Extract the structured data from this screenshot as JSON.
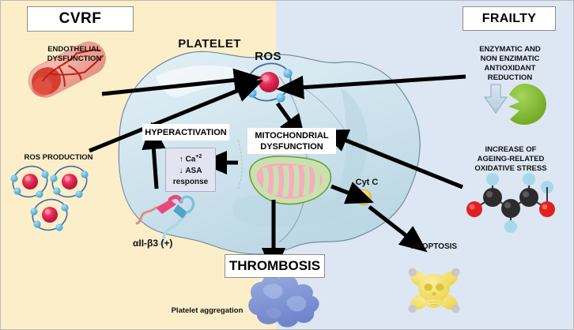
{
  "figure": {
    "type": "biomedical-pathway-diagram",
    "title_left": "CVRF",
    "title_right": "FRAILTY",
    "background_left_color": "#fdeeca",
    "background_right_color": "#dde6f3"
  },
  "left_panel": {
    "header": "CVRF",
    "items": [
      {
        "label": "ENDOTHELIAL\nDYSFUNCTION",
        "line1": "ENDOTHELIAL",
        "line2": "DYSFUNCTION",
        "icon": "blood-vessel-icon"
      },
      {
        "label": "ROS PRODUCTION",
        "icon": "ros-molecule-icon"
      }
    ]
  },
  "right_panel": {
    "header": "FRAILTY",
    "items": [
      {
        "line1": "ENZYMATIC AND",
        "line2": "NON ENZIMATIC",
        "line3": "ANTIOXIDANT",
        "line4": "REDUCTION",
        "icon": "down-arrow-enzyme-icon"
      },
      {
        "line1": "INCREASE OF",
        "line2": "AGEING-RELATED",
        "line3": "OXIDATIVE STRESS",
        "icon": "molecule-icon"
      }
    ]
  },
  "center": {
    "cell_label": "PLATELET",
    "ros_label": "ROS",
    "hyperactivation_label": "HYPERACTIVATION",
    "mitochondrial_label_line1": "MITOCHONDRIAL",
    "mitochondrial_label_line2": "DYSFUNCTION",
    "calcium_box": {
      "line1_arrow": "↑",
      "line1_text": "Ca",
      "line1_sup": "+2",
      "line2_arrow": "↓",
      "line2_text": "ASA",
      "line3_text": "response"
    },
    "receptor_label": "αII-β3 (+)",
    "cyt_c_label": "Cyt C",
    "apoptosis_label": "APOPTOSIS",
    "thrombosis_label": "THROMBOSIS",
    "platelet_aggregation_label": "Platelet aggregation"
  },
  "colors": {
    "ros_core": "#d81f4b",
    "ros_electron": "#5bb8e0",
    "mitochondria_outer": "#b9d8a0",
    "mitochondria_inner": "#f4a6b8",
    "cyt_c": "#f2d03c",
    "skull": "#f4dc6a",
    "aggregate": "#7f93d6",
    "vessel": "#e8a295",
    "vessel_dark": "#c0211c",
    "enzyme_green": "#7ab52c",
    "arrow_black": "#000000",
    "platelet_body": "#cfe3ee"
  },
  "arrows": [
    {
      "name": "endothelial-to-ros",
      "from": "ENDOTHELIAL DYSFUNCTION",
      "to": "ROS"
    },
    {
      "name": "ros-production-to-ros",
      "from": "ROS PRODUCTION",
      "to": "ROS"
    },
    {
      "name": "antioxidant-to-ros",
      "from": "ANTIOXIDANT REDUCTION",
      "to": "ROS"
    },
    {
      "name": "oxidative-stress-to-mitochondria",
      "from": "OXIDATIVE STRESS",
      "to": "MITOCHONDRIAL DYSFUNCTION"
    },
    {
      "name": "ros-to-mitochondria",
      "from": "ROS",
      "to": "MITOCHONDRIAL DYSFUNCTION"
    },
    {
      "name": "mitochondria-to-calcium",
      "from": "MITOCHONDRIA",
      "to": "Ca+2 / ASA"
    },
    {
      "name": "calcium-to-hyperactivation",
      "from": "Ca+2 / ASA",
      "to": "HYPERACTIVATION"
    },
    {
      "name": "mitochondria-to-cytc",
      "from": "MITOCHONDRIA",
      "to": "Cyt C"
    },
    {
      "name": "cytc-to-apoptosis",
      "from": "Cyt C",
      "to": "APOPTOSIS"
    },
    {
      "name": "platelet-to-thrombosis",
      "from": "PLATELET",
      "to": "THROMBOSIS"
    }
  ]
}
